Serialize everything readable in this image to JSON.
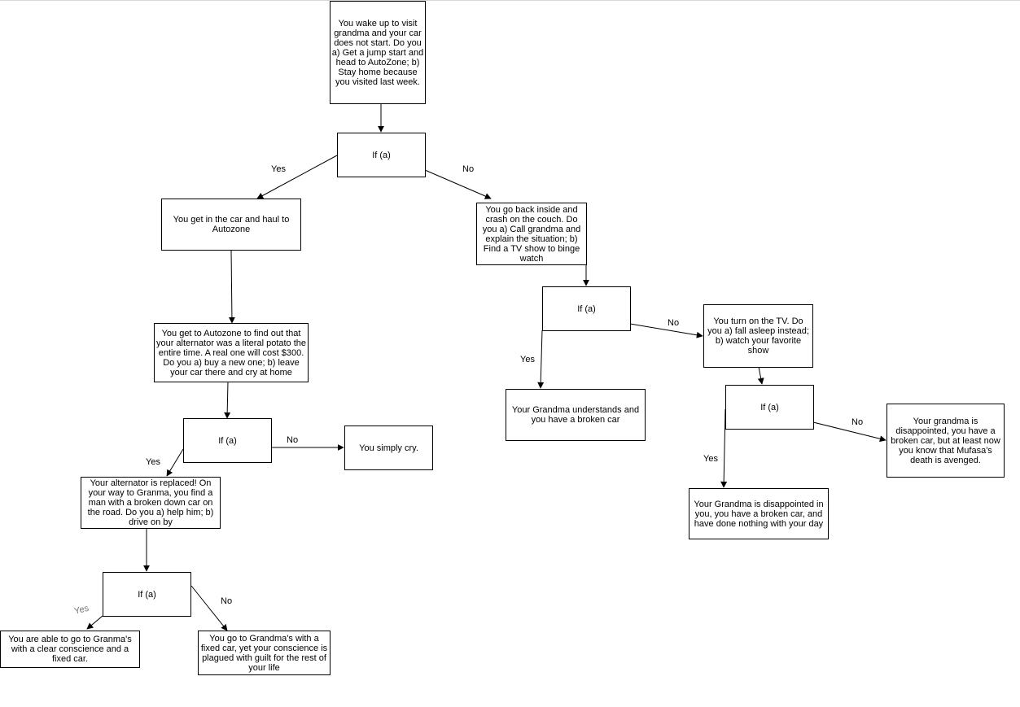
{
  "nodes": {
    "start": "You wake up to  visit grandma and your car does not start. Do you a) Get a jump start and head to AutoZone; b) Stay home because you visited last week.",
    "if1": "If (a)",
    "haul": "You get in the car and haul to Autozone",
    "autozone": "You get to Autozone to find out that your alternator was a literal potato the entire time. A real one will cost $300. Do you a) buy a new one; b) leave your car there and cry at home",
    "if2": "If (a)",
    "cry": "You simply cry.",
    "replaced": "Your alternator is replaced! On your way to Granma, you find a man with a broken down car on the road. Do you a) help him; b) drive on by",
    "if3": "If (a)",
    "clear": "You are able to go to Granma's with a clear conscience and a fixed car.",
    "guilt": "You go to Grandma's with a fixed car, yet your conscience is plagued with guilt for the rest of your life",
    "couch": "You go back inside and crash on the couch. Do you a) Call grandma and explain the situation; b) Find a TV show to binge watch",
    "if4": "If (a)",
    "understands": "Your Grandma understands and you have a broken car",
    "tv": "You turn on the TV. Do you a) fall asleep instead; b) watch your favorite show",
    "if5": "If (a)",
    "nothing": "Your Grandma is disappointed in you, you have a broken car, and have done nothing with your day",
    "mufasa": "Your grandma is disappointed, you have a broken car, but at least now you know that Mufasa's death is avenged."
  },
  "edge_labels": {
    "if1_yes": "Yes",
    "if1_no": "No",
    "if2_yes": "Yes",
    "if2_no": "No",
    "if3_yes": "Yes",
    "if3_no": "No",
    "if4_yes": "Yes",
    "if4_no": "No",
    "if5_yes": "Yes",
    "if5_no": "No"
  }
}
